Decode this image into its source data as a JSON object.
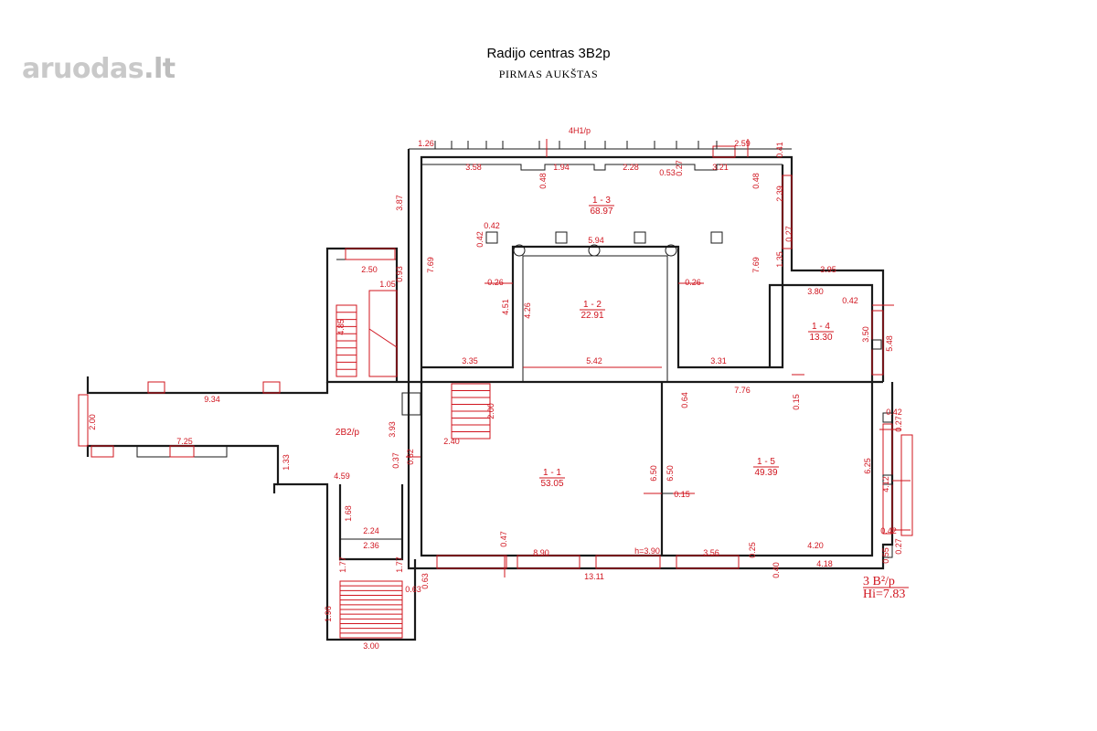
{
  "header": {
    "title": "Radijo centras 3B2p",
    "subtitle": "PIRMAS AUKŠTAS"
  },
  "watermark": {
    "name": "aruodas",
    "tld": ".lt"
  },
  "rooms": [
    {
      "id": "1 - 1",
      "area": "53.05"
    },
    {
      "id": "1 - 2",
      "area": "22.91"
    },
    {
      "id": "1 - 3",
      "area": "68.97"
    },
    {
      "id": "1 - 4",
      "area": "13.30"
    },
    {
      "id": "1 - 5",
      "area": "49.39"
    }
  ],
  "labels": {
    "adjacent_top": "4H1/p",
    "corridor": "2B2/p",
    "height_note": "h=3.90",
    "plan_code": "3 B²/p",
    "hi_value": "Hi=7.83"
  },
  "dimensions": [
    "1.26",
    "3.58",
    "0.48",
    "1.94",
    "2.28",
    "0.53",
    "0.27",
    "3.21",
    "2.59",
    "0.41",
    "0.48",
    "2.39",
    "0.27",
    "1.35",
    "3.87",
    "7.69",
    "0.42",
    "0.42",
    "5.94",
    "0.26",
    "4.51",
    "4.26",
    "0.26",
    "7.69",
    "3.95",
    "3.80",
    "0.42",
    "3.50",
    "5.48",
    "2.50",
    "0.93",
    "1.05",
    "4.85",
    "3.35",
    "5.42",
    "3.31",
    "0.64",
    "7.76",
    "0.15",
    "9.34",
    "2.00",
    "2.00",
    "3.93",
    "2.40",
    "7.25",
    "0.62",
    "0.37",
    "1.33",
    "4.59",
    "6.50",
    "6.50",
    "0.15",
    "0.42",
    "0.27",
    "6.25",
    "4.12",
    "1.68",
    "2.24",
    "2.36",
    "0.47",
    "8.90",
    "3.56",
    "0.25",
    "4.20",
    "0.42",
    "0.55",
    "0.27",
    "1.77",
    "1.77",
    "0.63",
    "0.63",
    "13.11",
    "0.40",
    "4.18",
    "1.96",
    "3.00"
  ]
}
